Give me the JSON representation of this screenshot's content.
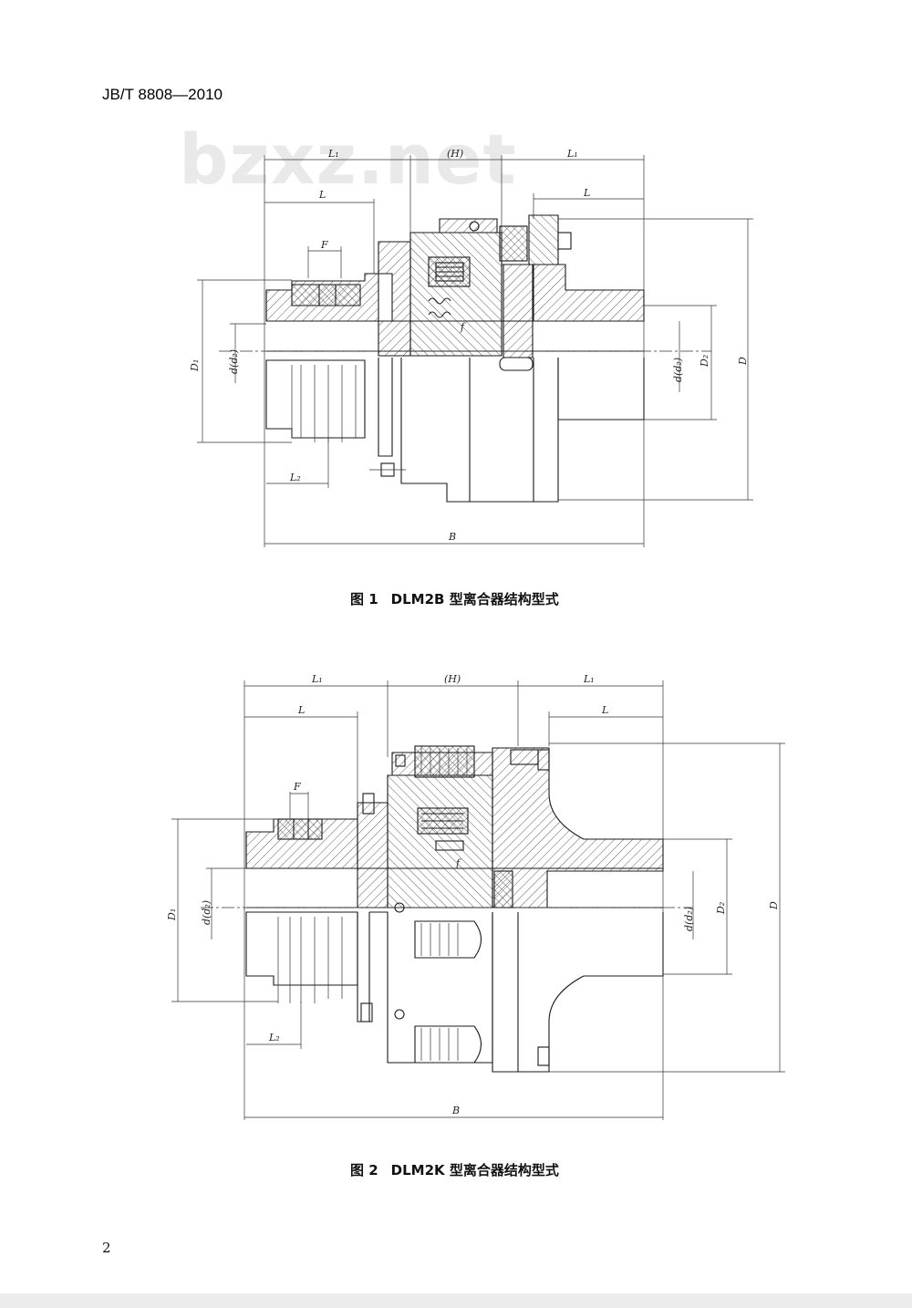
{
  "header": {
    "standard_code": "JB/T 8808—2010"
  },
  "watermark": {
    "text": "bzxz.net"
  },
  "figure1": {
    "caption_number": "图 1",
    "caption_title": "DLM2B 型离合器结构型式",
    "labels": {
      "L1_left": "L₁",
      "H": "(H)",
      "L1_right": "L₁",
      "L_left": "L",
      "L_right": "L",
      "F": "F",
      "f": "f",
      "D1": "D₁",
      "d_left": "d(d₂)",
      "d_right": "d(d₂)",
      "D2": "D₂",
      "D": "D",
      "L2": "L₂",
      "B": "B"
    }
  },
  "figure2": {
    "caption_number": "图 2",
    "caption_title": "DLM2K 型离合器结构型式",
    "labels": {
      "L1_left": "L₁",
      "H": "(H)",
      "L1_right": "L₁",
      "L_left": "L",
      "L_right": "L",
      "F": "F",
      "f": "f",
      "D1": "D₁",
      "d_left": "d(d₂)",
      "d_right": "d(d₂)",
      "D2": "D₂",
      "D": "D",
      "L2": "L₂",
      "B": "B"
    }
  },
  "footer": {
    "page_number": "2"
  }
}
